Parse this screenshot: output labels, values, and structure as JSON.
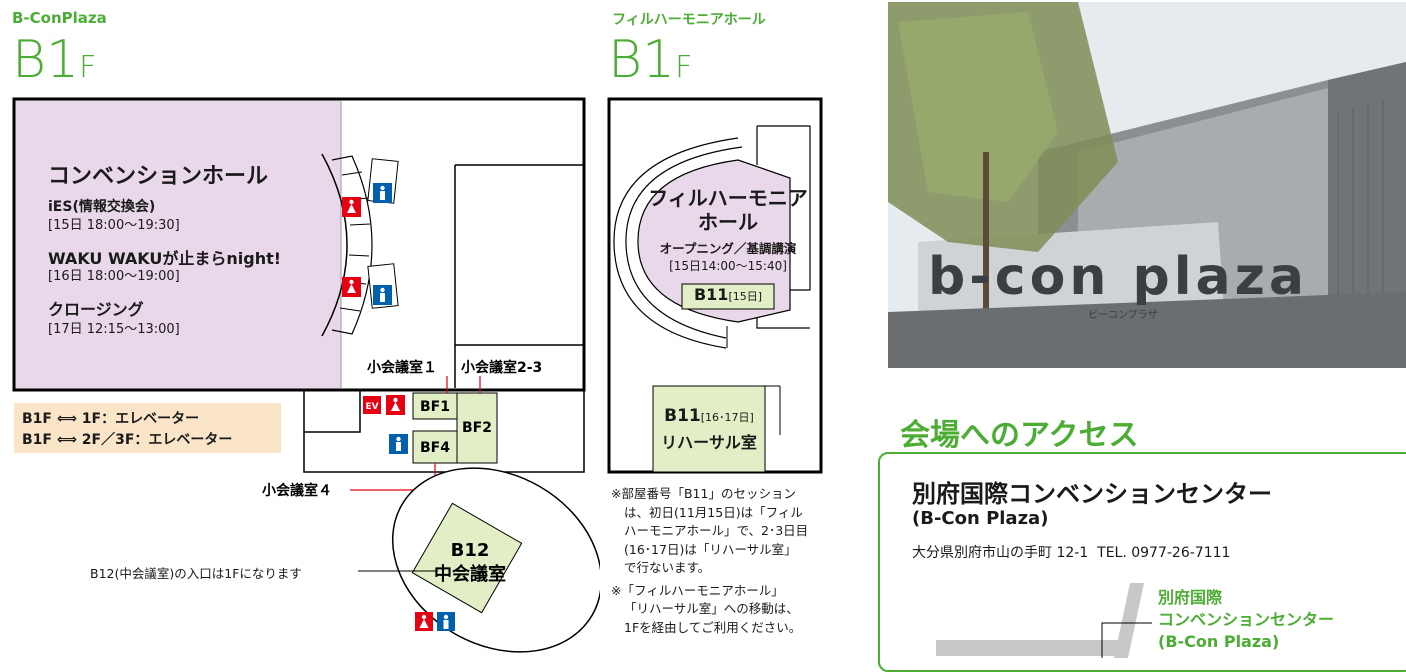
{
  "left_floor": {
    "building": "B-ConPlaza",
    "floor_main": "B1",
    "floor_suffix": "F",
    "hall_name": "コンベンションホール",
    "events": [
      {
        "title": "iES(情報交換会)",
        "time": "[15日 18:00〜19:30]"
      },
      {
        "title": "WAKU WAKUが止まらnight!",
        "time": "[16日 18:00〜19:00]"
      },
      {
        "title": "クロージング",
        "time": "[17日 12:15〜13:00]"
      }
    ],
    "room_labels": {
      "small1": "小会議室１",
      "small23": "小会議室2-3",
      "small4": "小会議室４",
      "bf1": "BF1",
      "bf2": "BF2",
      "bf4": "BF4",
      "ev": "EV",
      "b12_code": "B12",
      "b12_name": "中会議室"
    },
    "elevator_notes": [
      "B1F ⟺ 1F：エレベーター",
      "B1F ⟺ 2F／3F：エレベーター"
    ],
    "b12_note": "B12(中会議室)の入口は1Fになります"
  },
  "right_floor": {
    "building": "フィルハーモニアホール",
    "floor_main": "B1",
    "floor_suffix": "F",
    "hall_line1": "フィルハーモニア",
    "hall_line2": "ホール",
    "session": "オープニング／基調講演",
    "session_time": "[15日14:00〜15:40]",
    "hall_code": "B11",
    "hall_code_date": "[15日]",
    "rehearsal_code": "B11",
    "rehearsal_date": "[16･17日]",
    "rehearsal_name": "リハーサル室",
    "notes": [
      "※部屋番号「B11」のセッション",
      "は、初日(11月15日)は「フィル",
      "ハーモニアホール」で、2･3日目",
      "(16･17日)は「リハーサル室」",
      "で行ないます。",
      "※「フィルハーモニアホール」",
      "「リハーサル室」への移動は、",
      "1Fを経由してご利用ください。"
    ]
  },
  "photo": {
    "sign_text": "b-con plaza",
    "sign_sub": "ビーコンプラザ"
  },
  "access": {
    "title": "会場へのアクセス",
    "venue": "別府国際コンベンションセンター",
    "venue_en": "(B-Con Plaza)",
    "address": "大分県別府市山の手町 12-1",
    "tel": "TEL. 0977-26-7111",
    "map_label_1": "別府国際",
    "map_label_2": "コンベンションセンター",
    "map_label_3": "(B-Con Plaza)"
  },
  "colors": {
    "green": "#4cad34",
    "hall_purple": "#e8d8ea",
    "room_green": "#e2efc6",
    "note_beige": "#fbe5c8",
    "red_icon": "#e60012",
    "blue_icon": "#0060ae"
  }
}
